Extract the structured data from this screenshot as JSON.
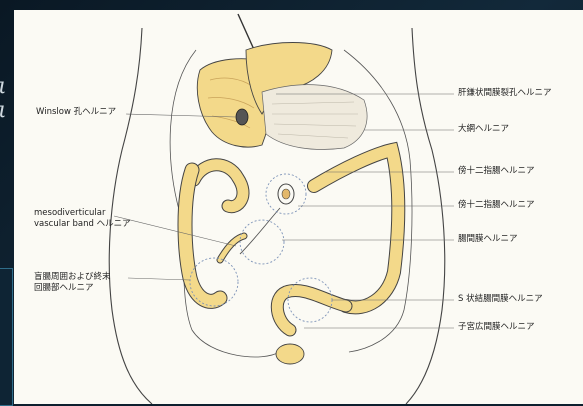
{
  "background": {
    "slide_color": "#0d1f2e",
    "side_glyphs": [
      "ι",
      "ι"
    ],
    "plate_color": "#fbfaf4"
  },
  "colors": {
    "organ_fill": "#f3d98a",
    "organ_shade": "#e3b86a",
    "outline": "#444444",
    "hernia_ring": "#7d93b8"
  },
  "labels": {
    "winslow": "Winslow 孔ヘルニア",
    "lesser_omentum": "肝鎌状間膜裂孔ヘルニア",
    "greater_omentum": "大網ヘルニア",
    "paraduodenal_1": "傍十二指腸ヘルニア",
    "paraduodenal_2": "傍十二指腸ヘルニア",
    "mesenteric": "腸間膜ヘルニア",
    "mesodiverticular": "mesodiverticular\nvascular band ヘルニア",
    "pericecal": "盲腸周囲および終末\n回腸部ヘルニア",
    "sigmoid": "S 状結腸間膜ヘルニア",
    "broad_ligament": "子宮広間膜ヘルニア"
  }
}
